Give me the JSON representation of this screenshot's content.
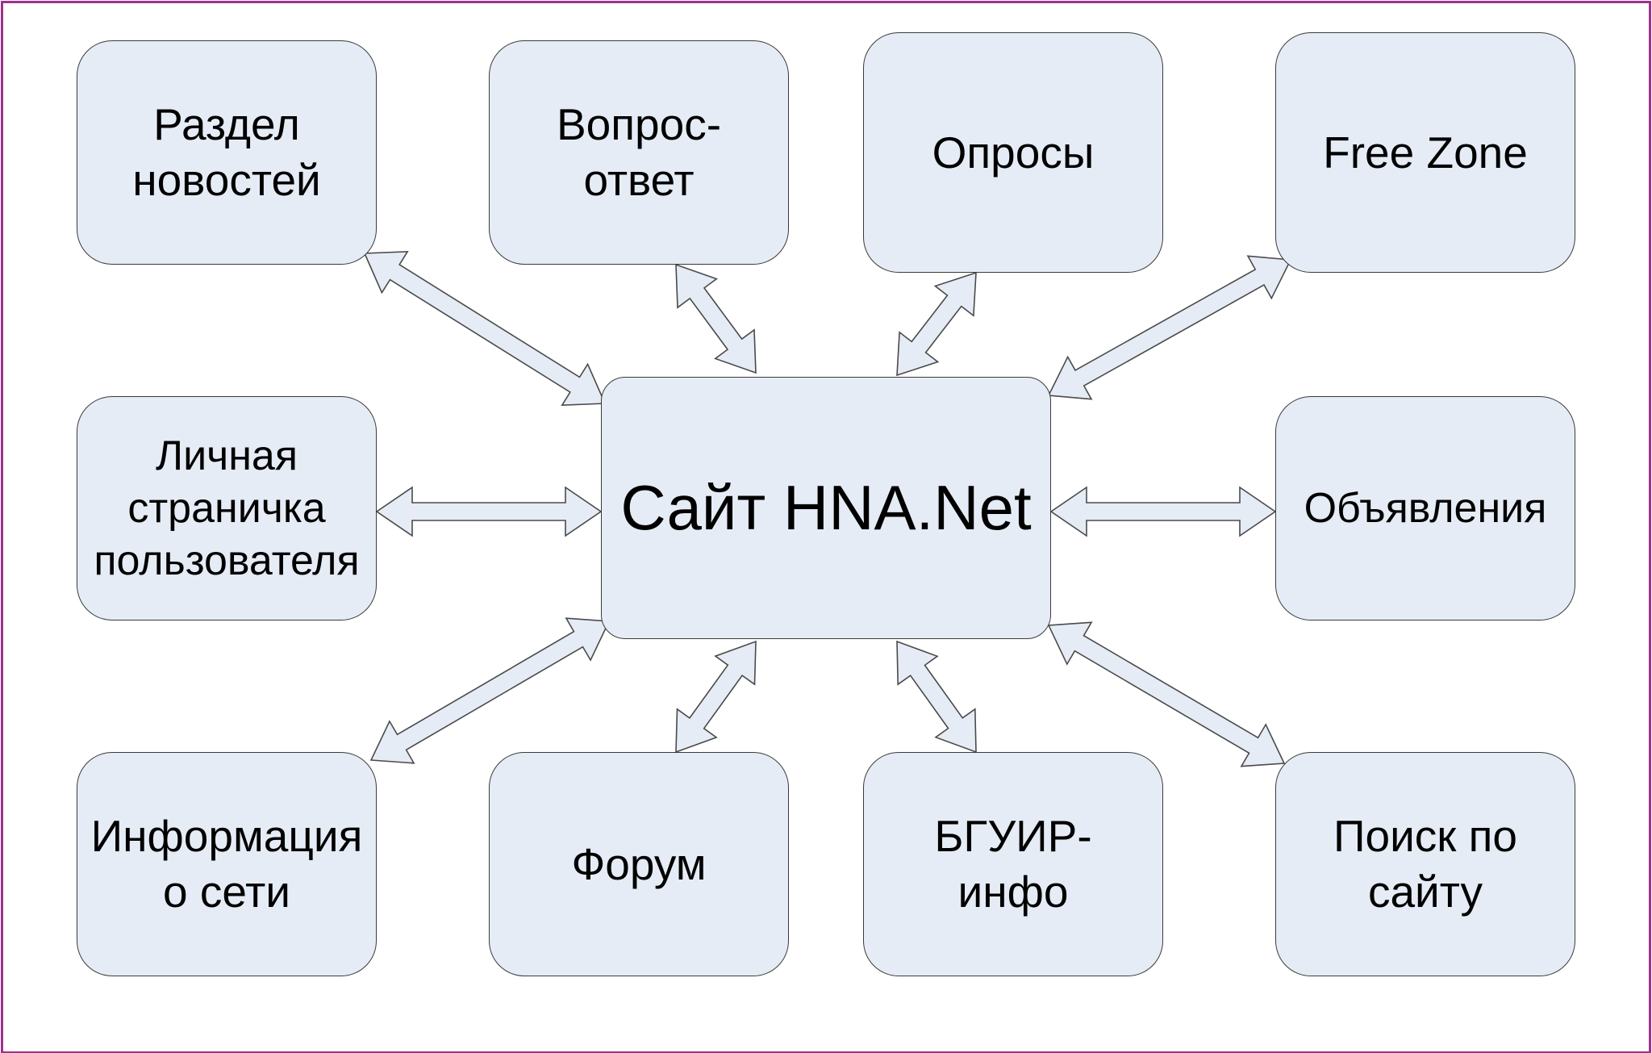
{
  "diagram": {
    "center": {
      "label": "Сайт HNA.Net"
    },
    "nodes": [
      {
        "id": "news",
        "label": "Раздел\nновостей"
      },
      {
        "id": "qa",
        "label": "Вопрос-\nответ"
      },
      {
        "id": "polls",
        "label": "Опросы"
      },
      {
        "id": "freezone",
        "label": "Free Zone"
      },
      {
        "id": "profile",
        "label": "Личная\nстраничка\nпользователя"
      },
      {
        "id": "ads",
        "label": "Объявления"
      },
      {
        "id": "netinfo",
        "label": "Информация\nо сети"
      },
      {
        "id": "forum",
        "label": "Форум"
      },
      {
        "id": "bsuir",
        "label": "БГУИР-\nинфо"
      },
      {
        "id": "search",
        "label": "Поиск по\nсайту"
      }
    ],
    "colors": {
      "node_fill": "#e6ecf5",
      "node_border": "#3a3a3a",
      "arrow_fill": "#e6ecf5",
      "arrow_stroke": "#4a4a4a",
      "frame": "#a0308c"
    }
  }
}
